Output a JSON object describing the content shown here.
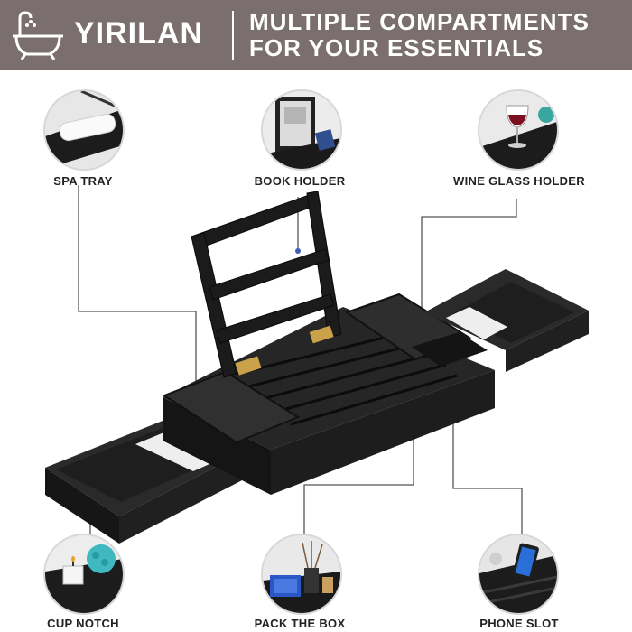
{
  "banner": {
    "brand": "YIRILAN",
    "headline_line1": "MULTIPLE COMPARTMENTS",
    "headline_line2": "FOR YOUR ESSENTIALS",
    "background_color": "#7a6e6e",
    "icon": "bathtub-icon"
  },
  "features": [
    {
      "label": "SPA TRAY",
      "icon": "towel-icon"
    },
    {
      "label": "BOOK HOLDER",
      "icon": "tablet-icon"
    },
    {
      "label": "WINE GLASS HOLDER",
      "icon": "wine-glass-icon"
    },
    {
      "label": "CUP NOTCH",
      "icon": "candle-sponge-icon"
    },
    {
      "label": "PACK THE BOX",
      "icon": "diffuser-icon"
    },
    {
      "label": "PHONE SLOT",
      "icon": "phone-icon"
    }
  ],
  "product": {
    "name": "bathtub caddy tray",
    "color": "#1c1c1c",
    "hinge_color": "#c9a24a"
  }
}
